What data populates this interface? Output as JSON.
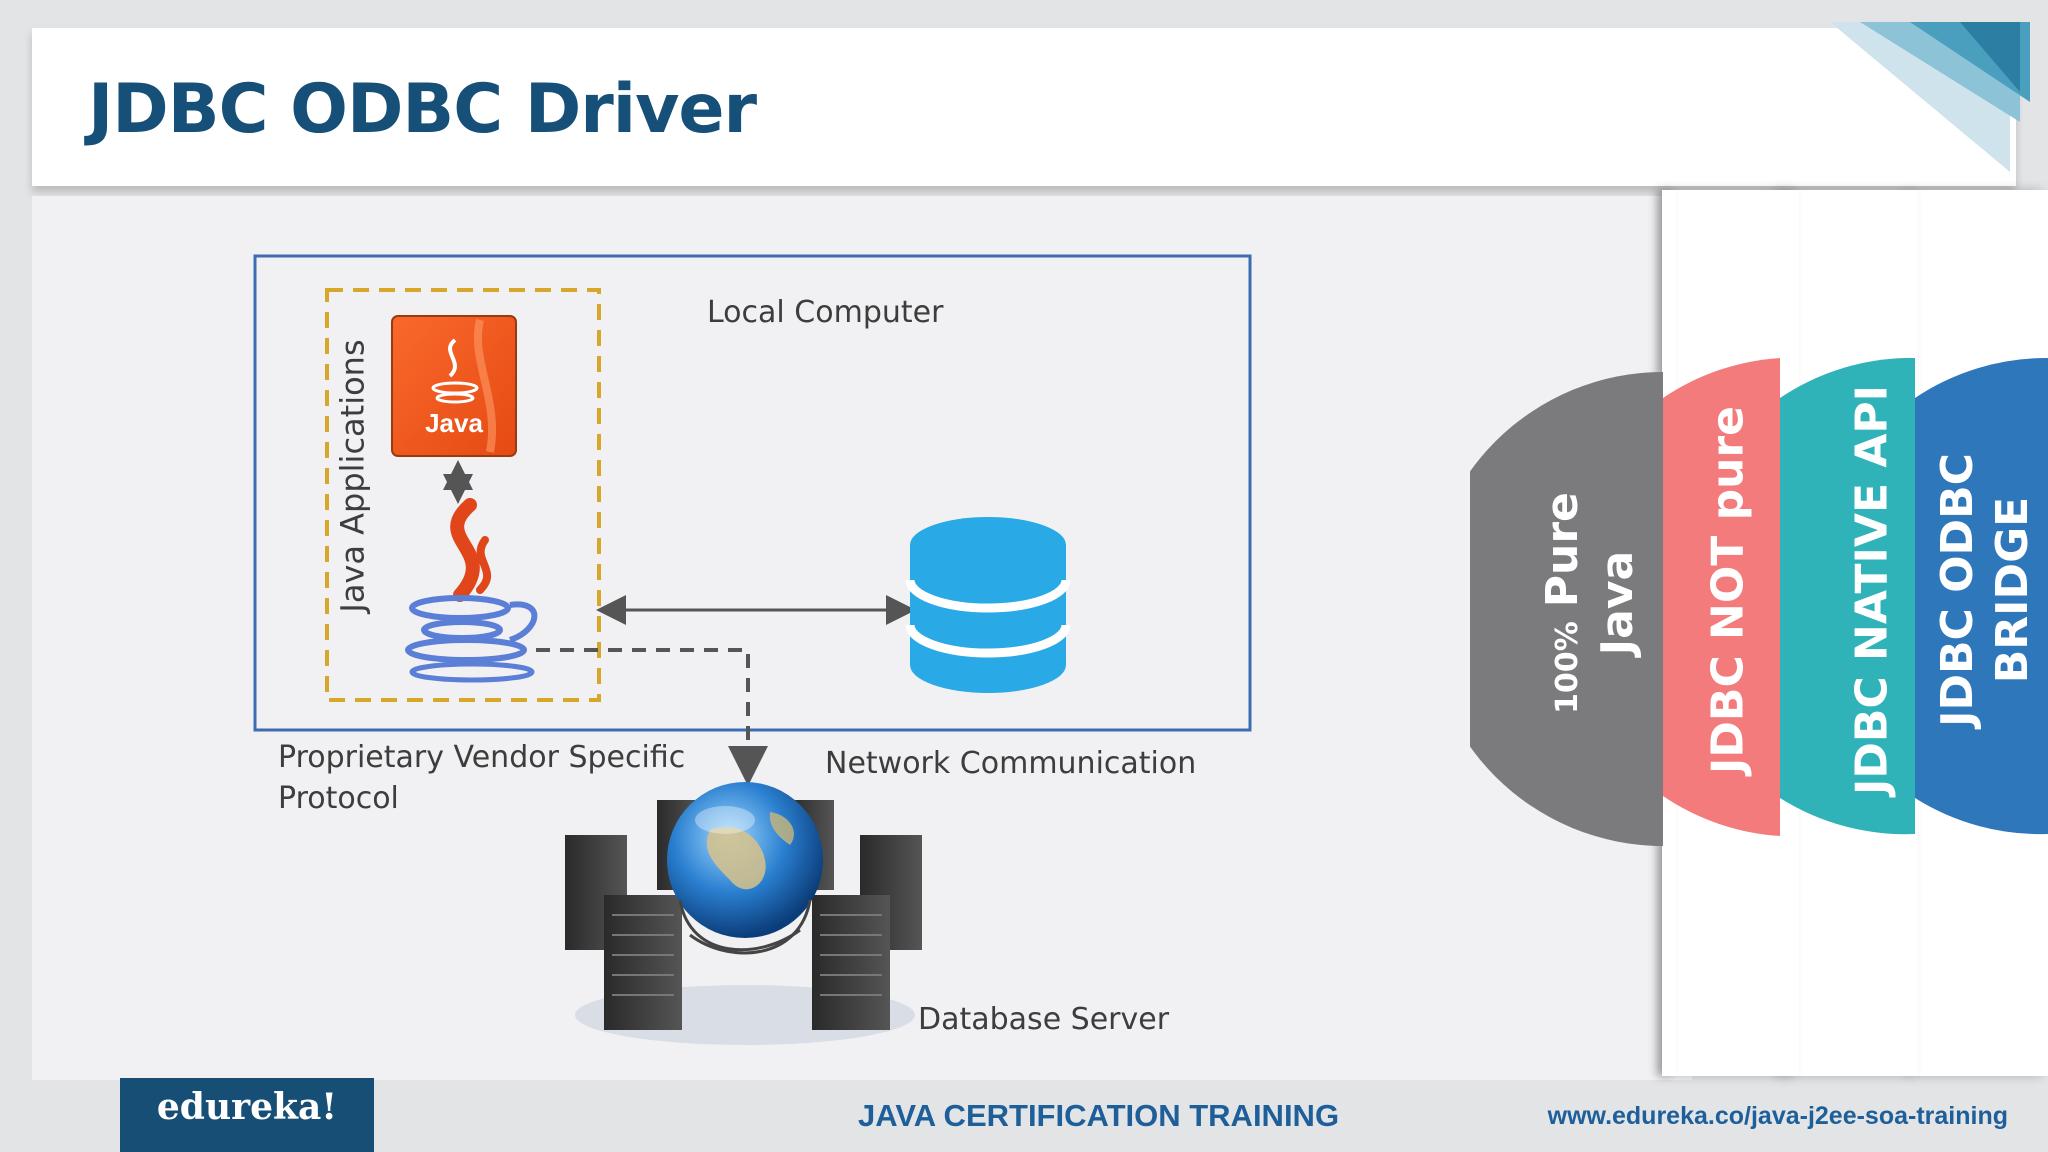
{
  "slide": {
    "title": "JDBC ODBC Driver",
    "labels": {
      "local_computer": "Local Computer",
      "java_applications": "Java Applications",
      "java_icon": "Java",
      "protocol_line1": "Proprietary Vendor Specific",
      "protocol_line2": "Protocol",
      "network": "Network Communication",
      "database_server": "Database Server"
    },
    "tabs": [
      {
        "line1": "100%",
        "line2": "Pure",
        "line3": "Java",
        "color": "#7b7b7d"
      },
      {
        "line1": "JDBC NOT pure",
        "color": "#f47b7b"
      },
      {
        "line1": "JDBC NATIVE API",
        "color": "#2fb3b8"
      },
      {
        "line1": "JDBC ODBC",
        "line2": "BRIDGE",
        "color": "#2f77bb"
      }
    ]
  },
  "footer": {
    "logo": "edureka!",
    "course": "JAVA CERTIFICATION TRAINING",
    "url": "www.edureka.co/java-j2ee-soa-training"
  },
  "colors": {
    "title": "#164f77",
    "footer_text": "#1e5f9a",
    "box_border": "#3b6db0",
    "dashed_border": "#d8a62a",
    "database": "#29a9e6"
  },
  "icons": [
    "java-logo-icon",
    "java-cup-icon",
    "database-icon",
    "server-globe-icon"
  ]
}
